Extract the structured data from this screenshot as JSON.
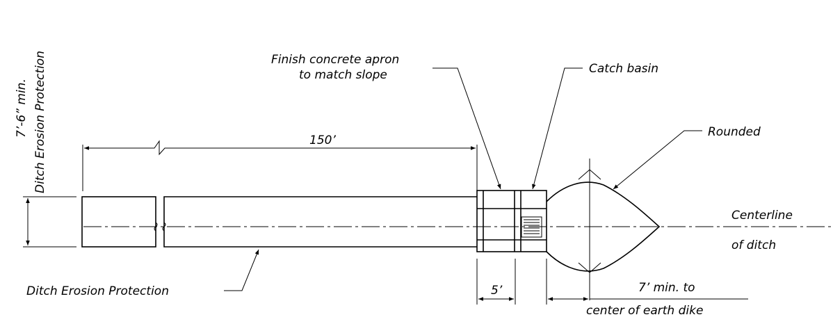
{
  "labels": {
    "vertical_dim": "7’-6” min.",
    "vertical_desc": "Ditch Erosion Protection",
    "length_dim": "150’",
    "apron_line1": "Finish concrete apron",
    "apron_line2": "to match slope",
    "catch_basin": "Catch basin",
    "rounded": "Rounded",
    "centerline_line1": "Centerline",
    "centerline_line2": "of ditch",
    "protection_callout": "Ditch Erosion Protection",
    "apron_width_dim": "5’",
    "dike_line1": "7’ min. to",
    "dike_line2": "center of earth dike"
  }
}
